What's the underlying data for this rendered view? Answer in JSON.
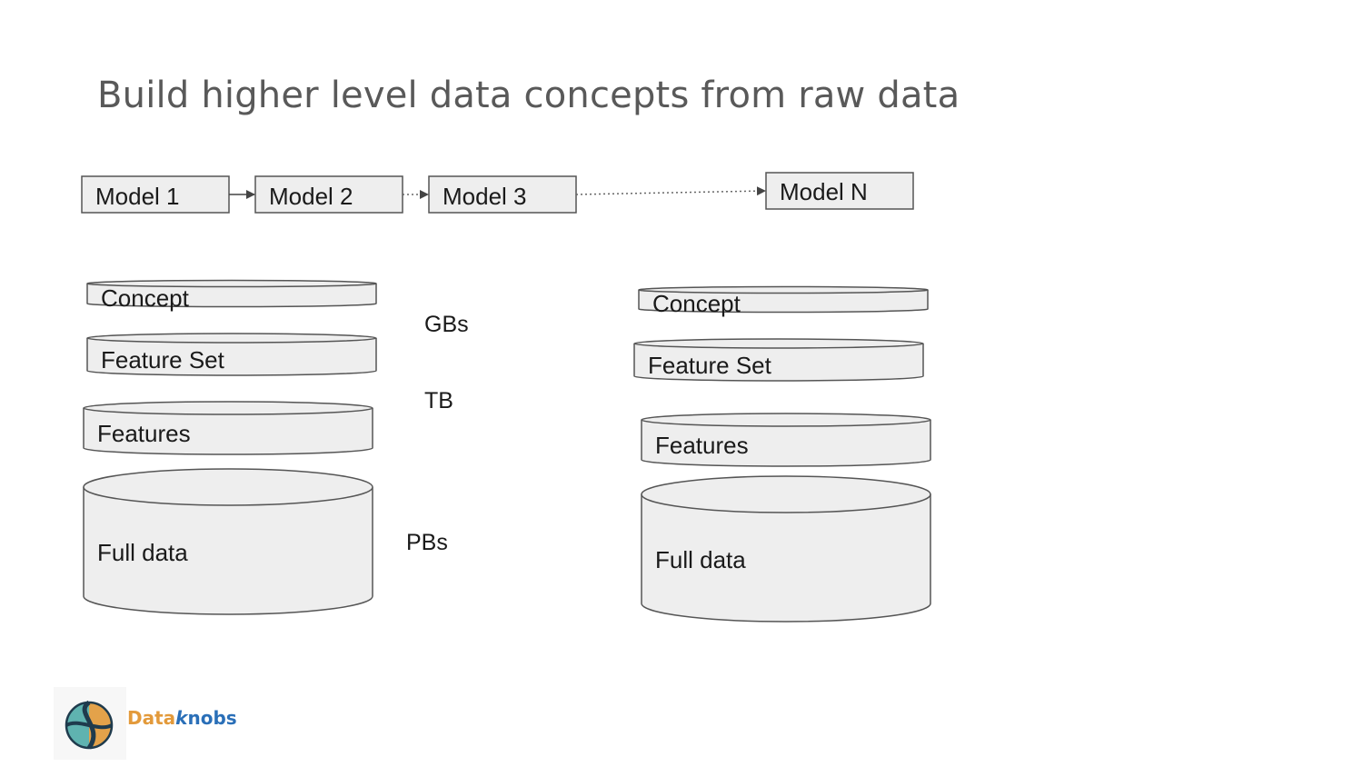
{
  "title": "Build higher level data concepts from raw data",
  "models": [
    "Model 1",
    "Model 2",
    "Model 3",
    "Model N"
  ],
  "stacks": {
    "left": {
      "concept": "Concept",
      "feature_set": "Feature Set",
      "features": "Features",
      "full_data": "Full data"
    },
    "right": {
      "concept": "Concept",
      "feature_set": "Feature Set",
      "features": "Features",
      "full_data": "Full data"
    }
  },
  "sizes": {
    "gbs": "GBs",
    "tb": "TB",
    "pbs": "PBs"
  },
  "brand": {
    "part1": "Data",
    "part2": "k",
    "part3": "nobs"
  },
  "colors": {
    "title": "#595959",
    "shape_fill": "#eeeeee",
    "stroke": "#555555",
    "brand_orange": "#e39a3b",
    "brand_blue": "#2a6fb8"
  }
}
